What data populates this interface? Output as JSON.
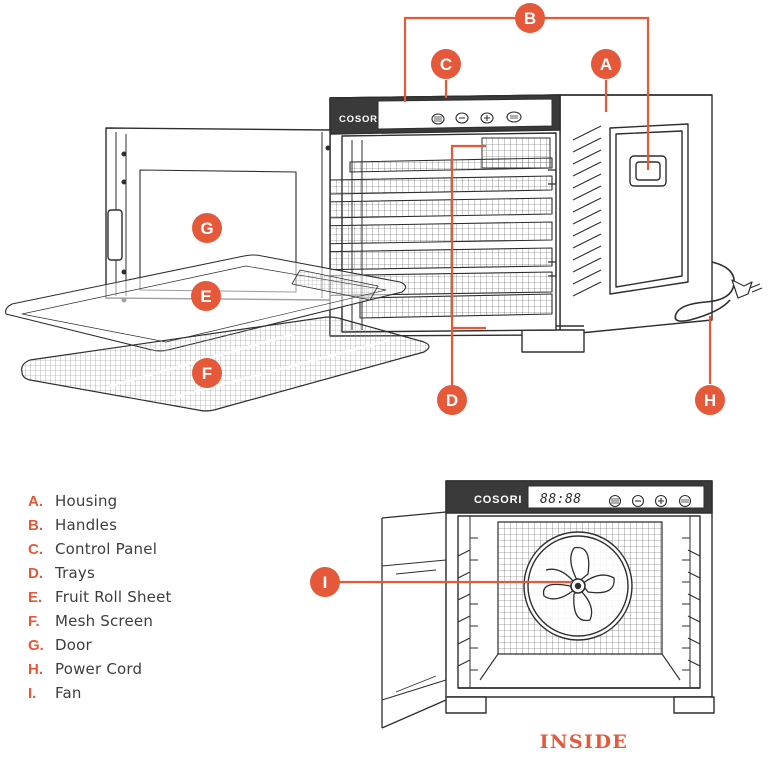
{
  "brand": "COSORI",
  "display_readout": "88:88",
  "accent_color": "#e5583a",
  "line_color": "#2e2e2e",
  "callouts": [
    {
      "id": "A",
      "letter": "A"
    },
    {
      "id": "B",
      "letter": "B"
    },
    {
      "id": "C",
      "letter": "C"
    },
    {
      "id": "D",
      "letter": "D"
    },
    {
      "id": "E",
      "letter": "E"
    },
    {
      "id": "F",
      "letter": "F"
    },
    {
      "id": "G",
      "letter": "G"
    },
    {
      "id": "H",
      "letter": "H"
    },
    {
      "id": "I",
      "letter": "I"
    }
  ],
  "legend": [
    {
      "key": "A.",
      "name": "Housing"
    },
    {
      "key": "B.",
      "name": "Handles"
    },
    {
      "key": "C.",
      "name": "Control Panel"
    },
    {
      "key": "D.",
      "name": "Trays"
    },
    {
      "key": "E.",
      "name": "Fruit Roll Sheet"
    },
    {
      "key": "F.",
      "name": "Mesh Screen"
    },
    {
      "key": "G.",
      "name": "Door"
    },
    {
      "key": "H.",
      "name": "Power Cord"
    },
    {
      "key": "I.",
      "name": "Fan"
    }
  ],
  "inside_caption": "INSIDE",
  "icons": [
    "menu-button-icon",
    "minus-button-icon",
    "plus-button-icon",
    "power-button-icon"
  ]
}
